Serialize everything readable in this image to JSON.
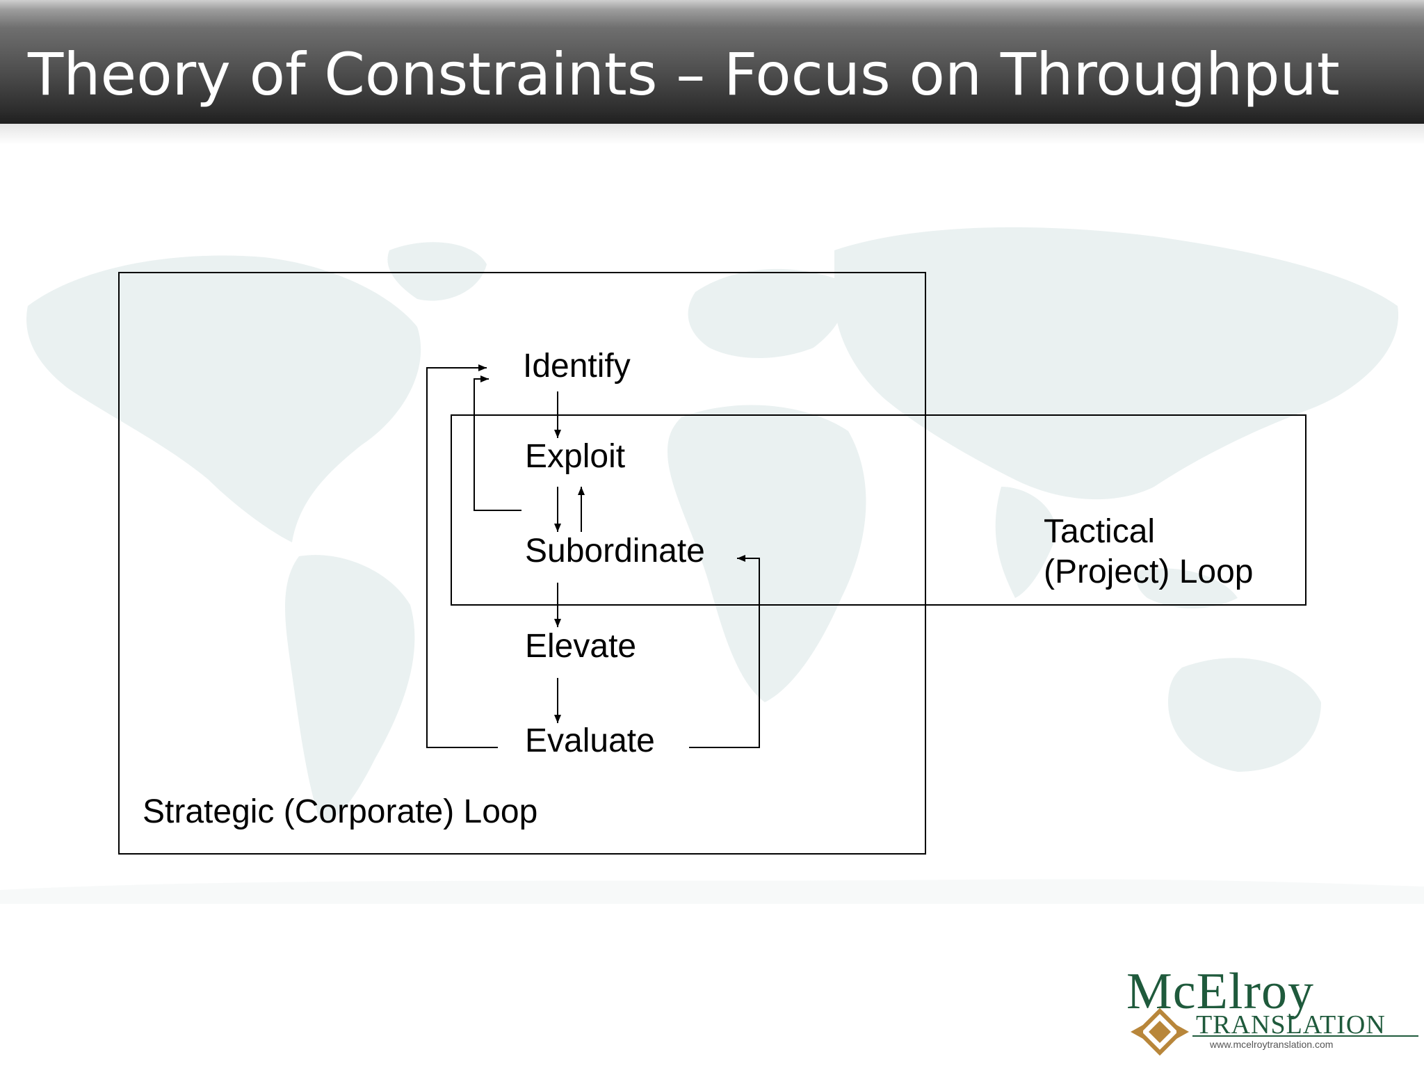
{
  "slide": {
    "title": "Theory of Constraints – Focus on Throughput"
  },
  "diagram": {
    "steps": [
      "Identify",
      "Exploit",
      "Subordinate",
      "Elevate",
      "Evaluate"
    ],
    "strategic_label": "Strategic (Corporate) Loop",
    "tactical_label_line1": "Tactical",
    "tactical_label_line2": "(Project) Loop"
  },
  "logo": {
    "name": "McElroy",
    "sub": "TRANSLATION",
    "url": "www.mcelroytranslation.com",
    "color": "#1f5a3c",
    "accent_color": "#b8863a"
  }
}
